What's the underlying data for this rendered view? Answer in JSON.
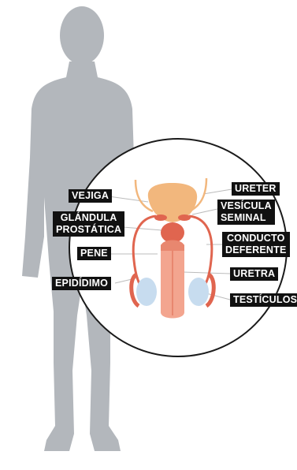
{
  "labels": {
    "vejiga": "VEJIGA",
    "glandula_1": "GLÁNDULA",
    "glandula_2": "PROSTÁTICA",
    "pene": "PENE",
    "epididimo": "EPIDÍDIMO",
    "ureter": "URETER",
    "vesicula_1": "VESÍCULA",
    "vesicula_2": "SEMINAL",
    "conducto_1": "CONDUCTO",
    "conducto_2": "DEFERENTE",
    "uretra": "URETRA",
    "testiculos": "TESTÍCULOS"
  },
  "colors": {
    "silhouette": "#b3b7bc",
    "circle_border": "#1a1a1a",
    "bladder": "#f2b77d",
    "prostate": "#e0654f",
    "penis": "#f3a58f",
    "testicle": "#c7dcef",
    "epididymis": "#e0654f",
    "label_bg": "#111111",
    "label_text": "#ffffff"
  }
}
